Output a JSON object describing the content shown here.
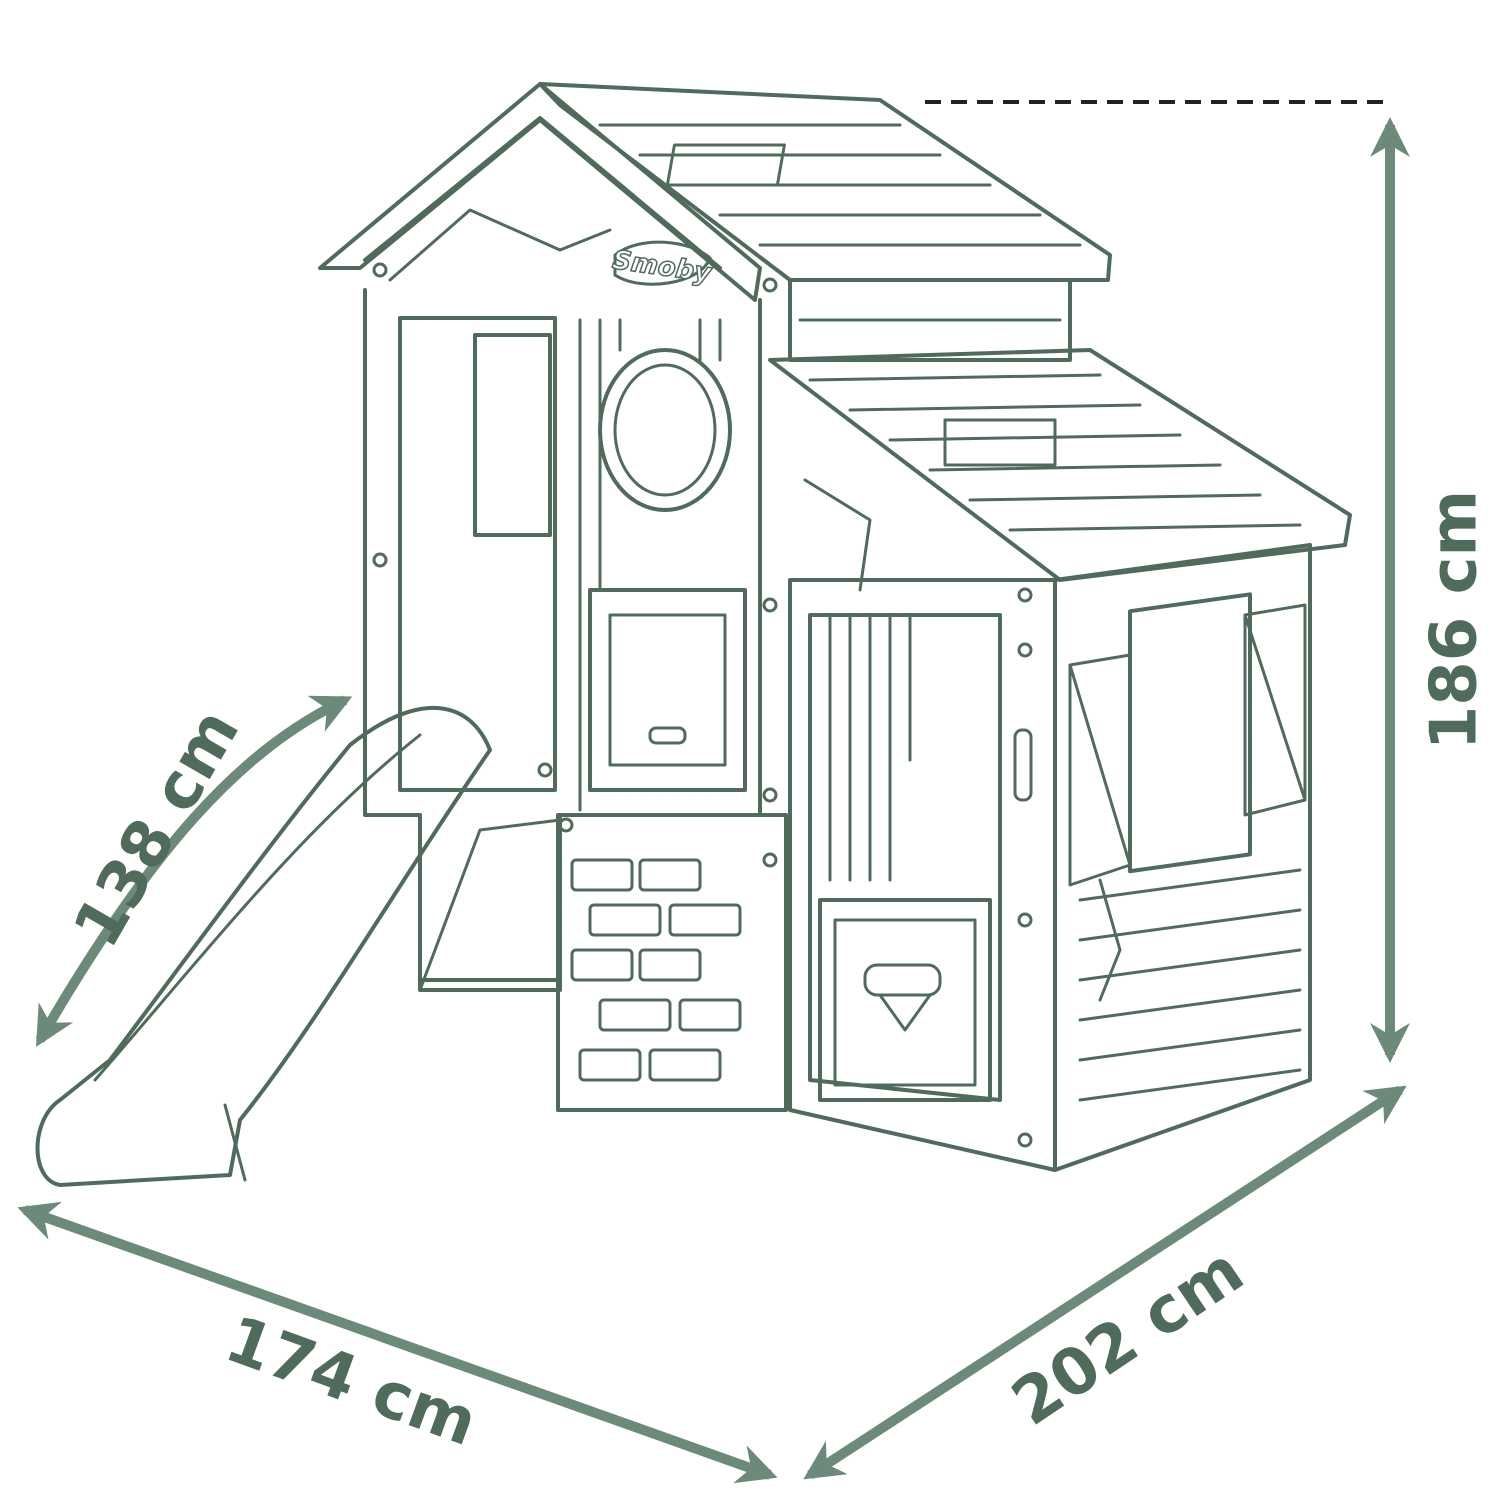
{
  "diagram": {
    "brand": "Smoby",
    "dimensions": {
      "height": "186 cm",
      "slide_length": "138 cm",
      "width": "174 cm",
      "depth": "202 cm"
    }
  },
  "colors": {
    "line": "#4f6b5c",
    "arrow": "#6b8a79",
    "background": "#ffffff"
  }
}
